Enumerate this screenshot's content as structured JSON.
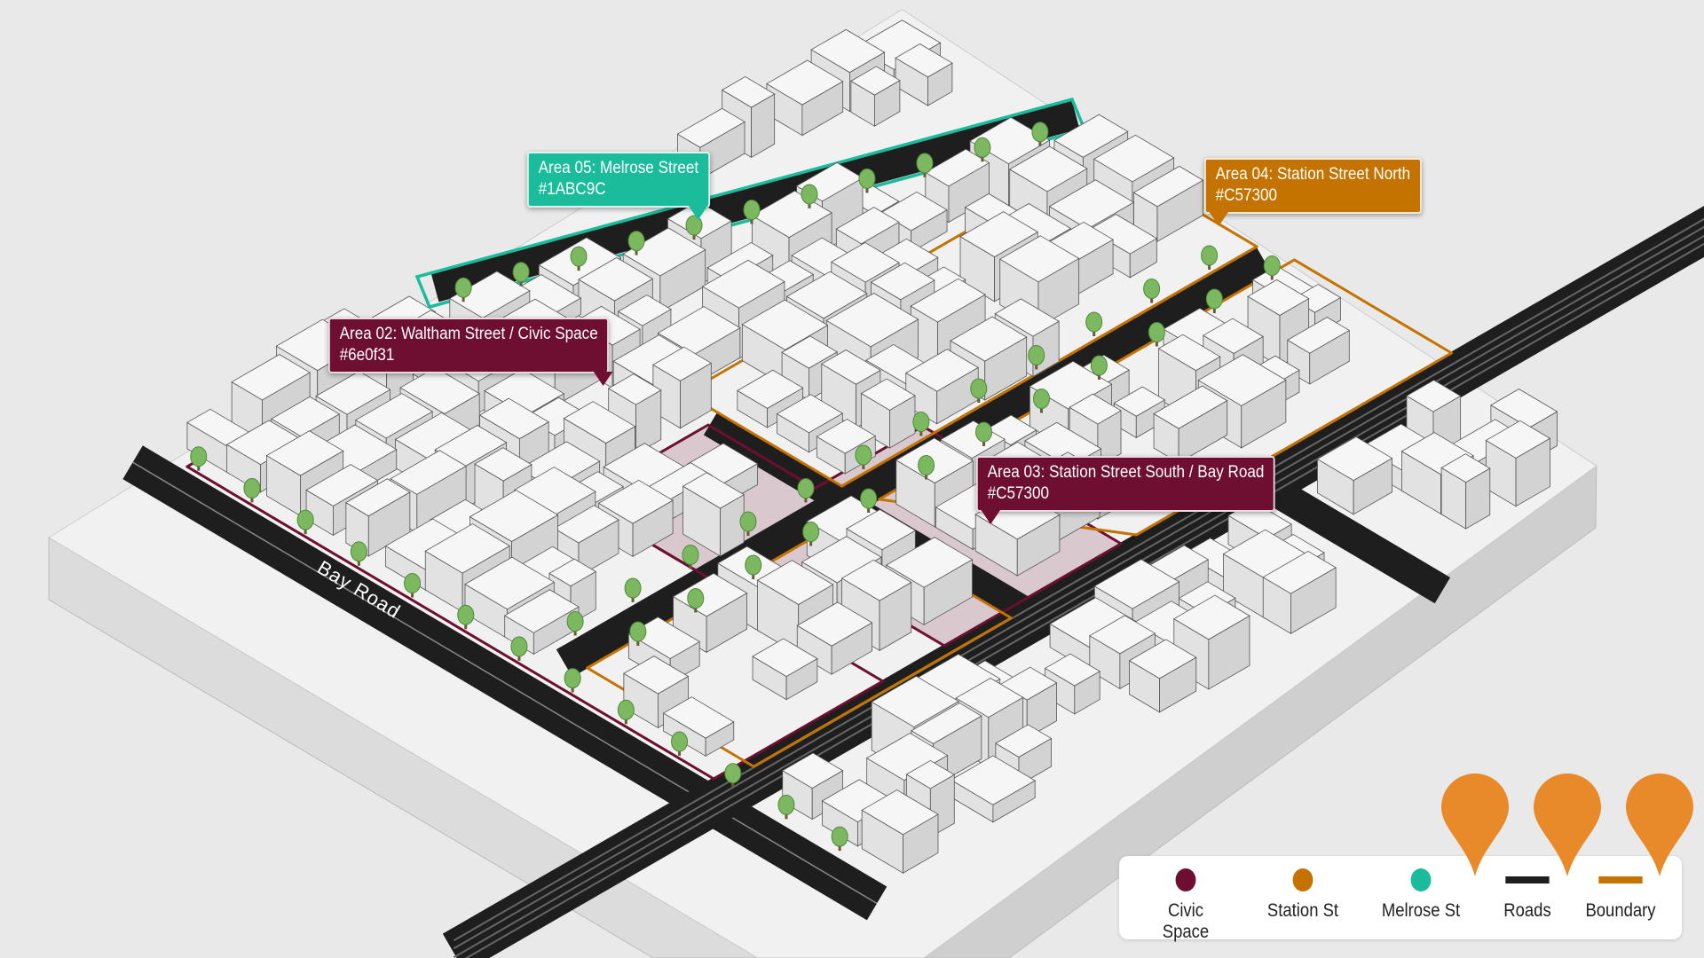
{
  "colors": {
    "civic": "#6e0f31",
    "station": "#C57300",
    "melrose": "#1ABC9C",
    "roads": "#1e1e1e",
    "boundary": "#C57300",
    "pin": "#E8892A",
    "ground": "#f1f1f1"
  },
  "map": {
    "road_label": "Bay Road",
    "callouts": [
      {
        "title": "Area 05: Melrose Street",
        "code": "#1ABC9C",
        "color": "#1ABC9C"
      },
      {
        "title": "Area 02: Waltham Street / Civic Space",
        "code": "#6e0f31",
        "color": "#6e0f31"
      },
      {
        "title": "Area 04: Station Street North",
        "code": "#C57300",
        "color": "#C57300"
      },
      {
        "title": "Area 03: Station Street South / Bay Road",
        "code": "#C57300",
        "color": "#6e0f31"
      }
    ]
  },
  "legend": {
    "items": [
      {
        "label": "Civic Space",
        "symbol": "dot",
        "color": "#6e0f31"
      },
      {
        "label": "Station St",
        "symbol": "dot",
        "color": "#C57300"
      },
      {
        "label": "Melrose St",
        "symbol": "dot",
        "color": "#1ABC9C"
      },
      {
        "label": "Roads",
        "symbol": "line",
        "color": "#1e1e1e"
      },
      {
        "label": "Boundary",
        "symbol": "line",
        "color": "#C57300"
      }
    ]
  },
  "markers": [
    {
      "icon": "map-pin-icon",
      "color": "#E8892A"
    },
    {
      "icon": "map-pin-icon",
      "color": "#E8892A"
    },
    {
      "icon": "map-pin-icon",
      "color": "#E8892A"
    }
  ]
}
